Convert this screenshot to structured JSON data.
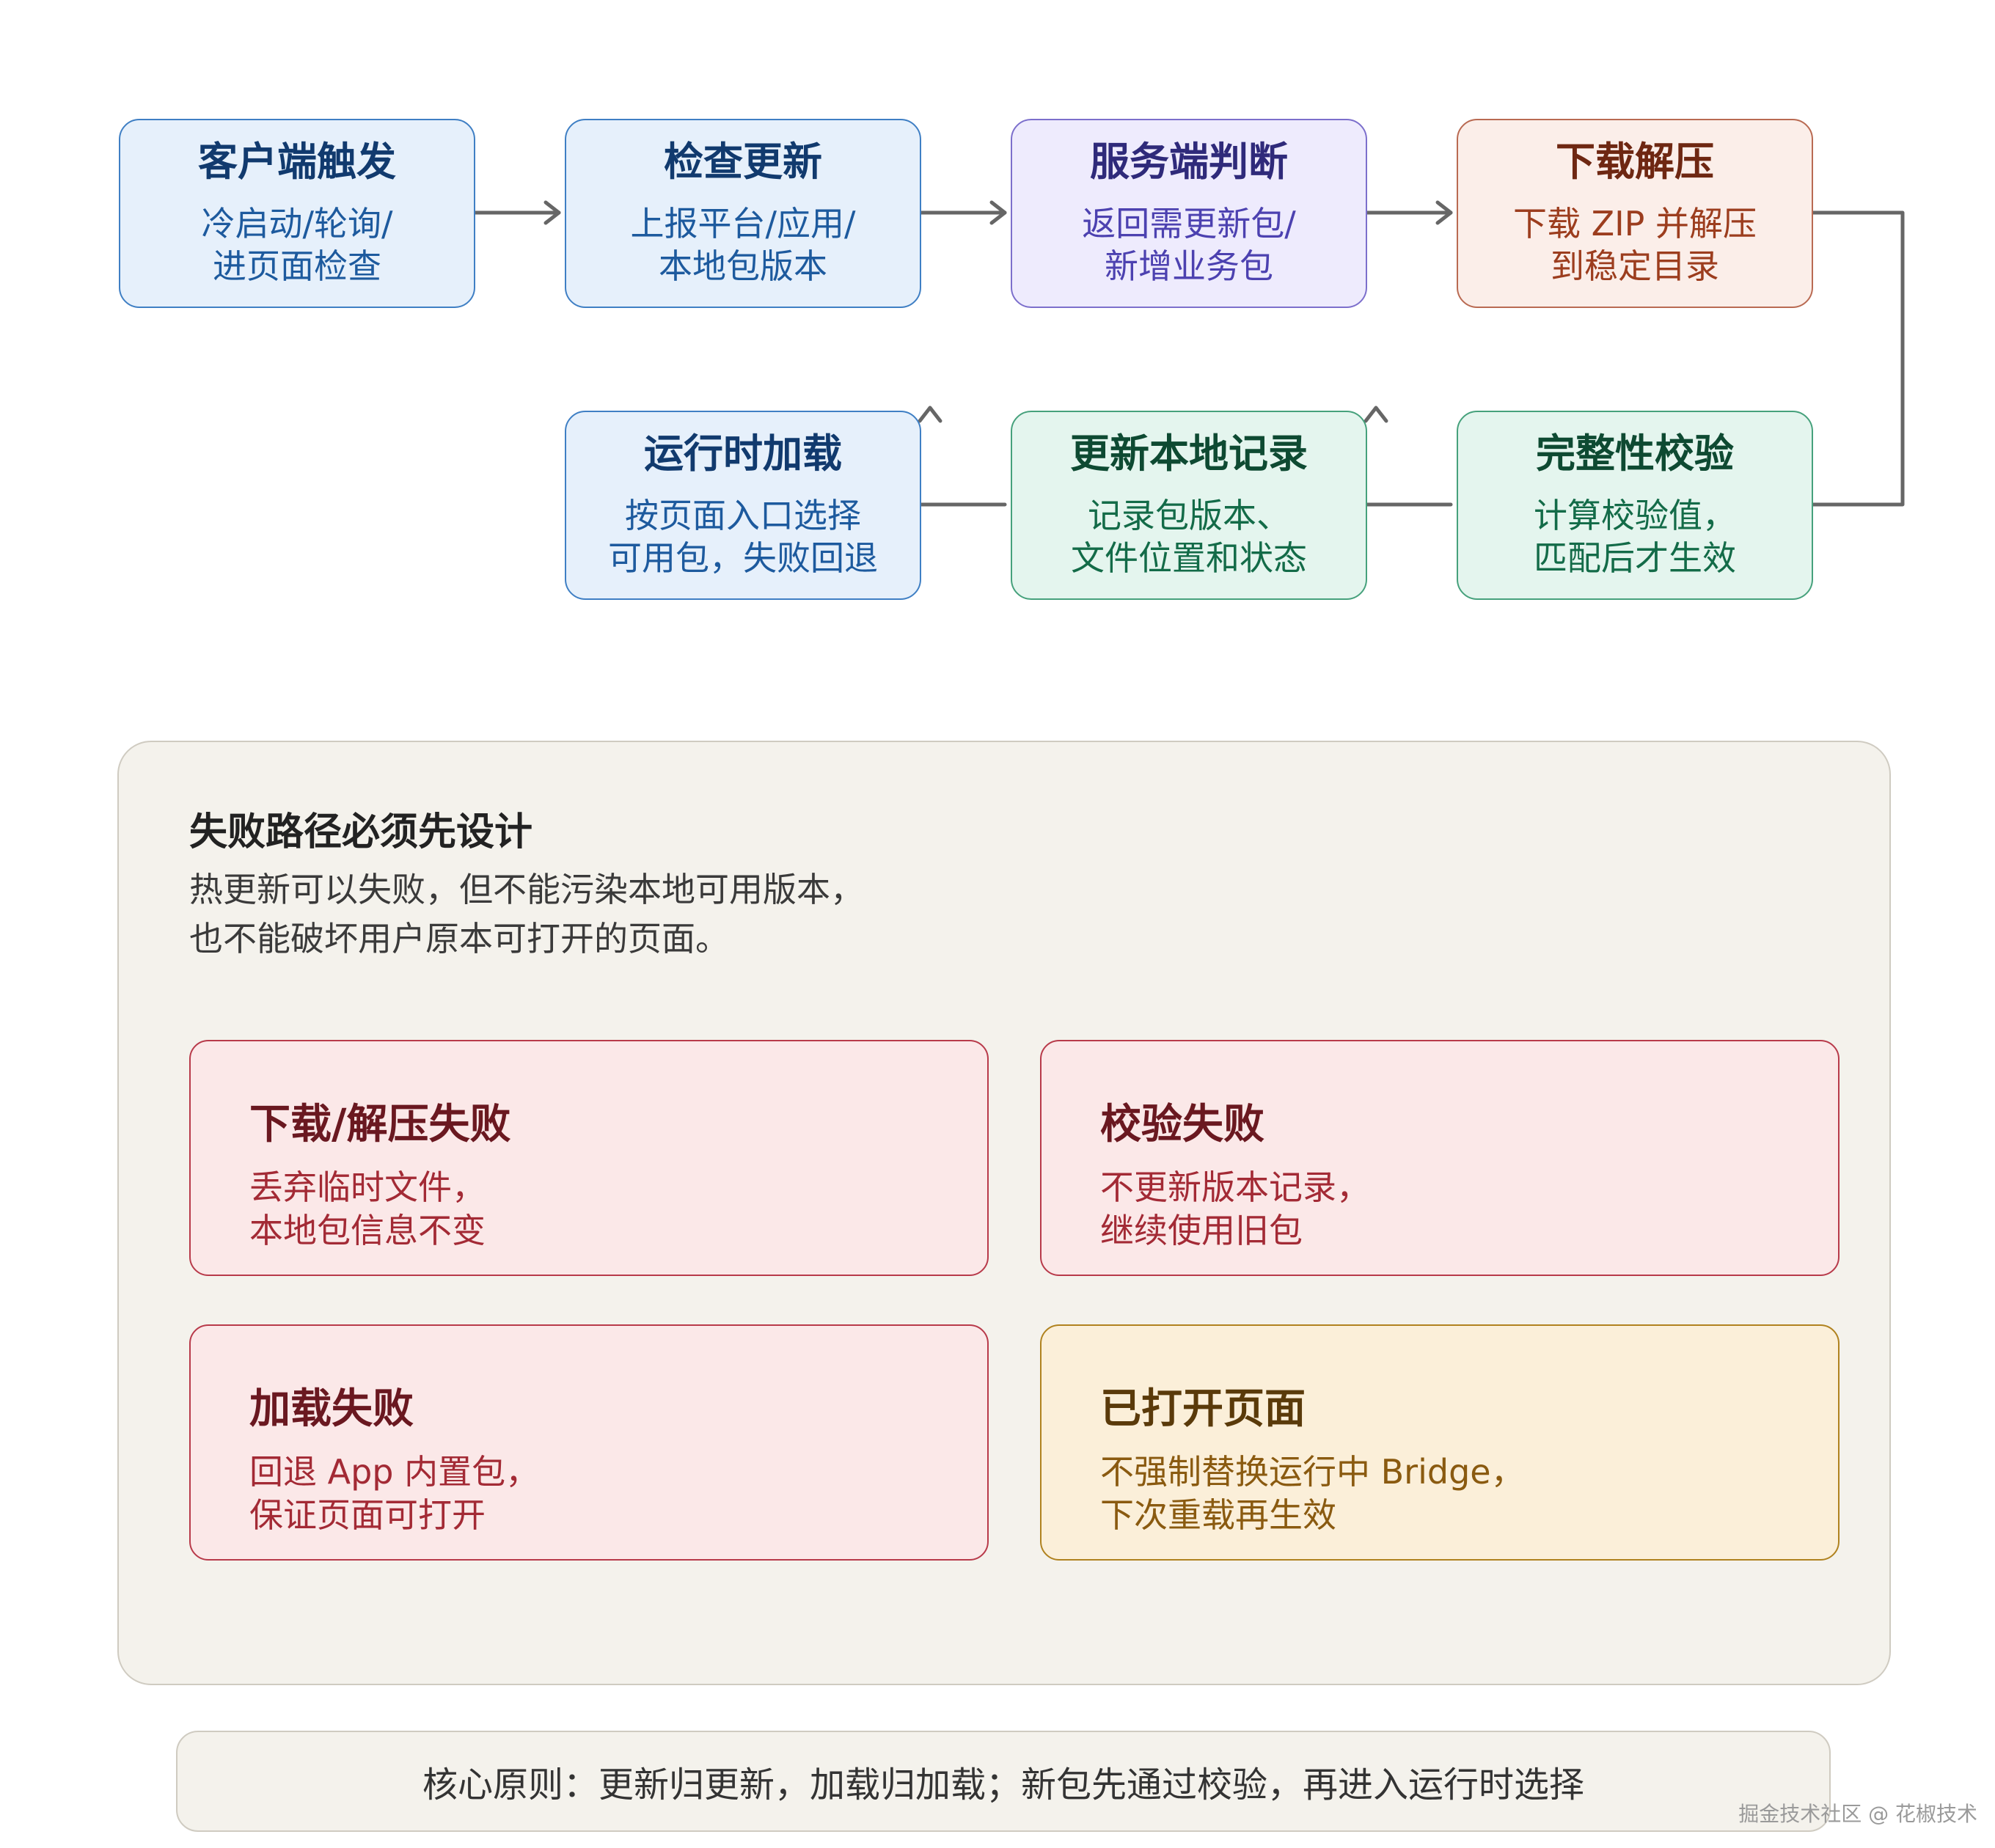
{
  "flow": {
    "steps": [
      {
        "title": "客户端触发",
        "lines": [
          "冷启动/轮询/",
          "进页面检查"
        ]
      },
      {
        "title": "检查更新",
        "lines": [
          "上报平台/应用/",
          "本地包版本"
        ]
      },
      {
        "title": "服务端判断",
        "lines": [
          "返回需更新包/",
          "新增业务包"
        ]
      },
      {
        "title": "下载解压",
        "lines": [
          "下载 ZIP 并解压",
          "到稳定目录"
        ]
      },
      {
        "title": "完整性校验",
        "lines": [
          "计算校验值，",
          "匹配后才生效"
        ]
      },
      {
        "title": "更新本地记录",
        "lines": [
          "记录包版本、",
          "文件位置和状态"
        ]
      },
      {
        "title": "运行时加载",
        "lines": [
          "按页面入口选择",
          "可用包，失败回退"
        ]
      }
    ]
  },
  "failure": {
    "title": "失败路径必须先设计",
    "subtitle_lines": [
      "热更新可以失败，但不能污染本地可用版本，",
      "也不能破坏用户原本可打开的页面。"
    ],
    "cards": [
      {
        "title": "下载/解压失败",
        "lines": [
          "丢弃临时文件，",
          "本地包信息不变"
        ]
      },
      {
        "title": "校验失败",
        "lines": [
          "不更新版本记录，",
          "继续使用旧包"
        ]
      },
      {
        "title": "加载失败",
        "lines": [
          "回退 App 内置包，",
          "保证页面可打开"
        ]
      },
      {
        "title": "已打开页面",
        "lines": [
          "不强制替换运行中 Bridge，",
          "下次重载再生效"
        ]
      }
    ]
  },
  "footer": {
    "text": "核心原则：更新归更新，加载归加载；新包先通过校验，再进入运行时选择"
  },
  "watermark": {
    "text": "掘金技术社区 @ 花椒技术"
  },
  "colors": {
    "blue": "#e6f0fb",
    "purple": "#eeebfd",
    "peach": "#fbeee9",
    "green": "#e4f5ee",
    "failure_red": "#fbe8e8",
    "amber": "#fbefd9",
    "arrow": "#666666"
  }
}
